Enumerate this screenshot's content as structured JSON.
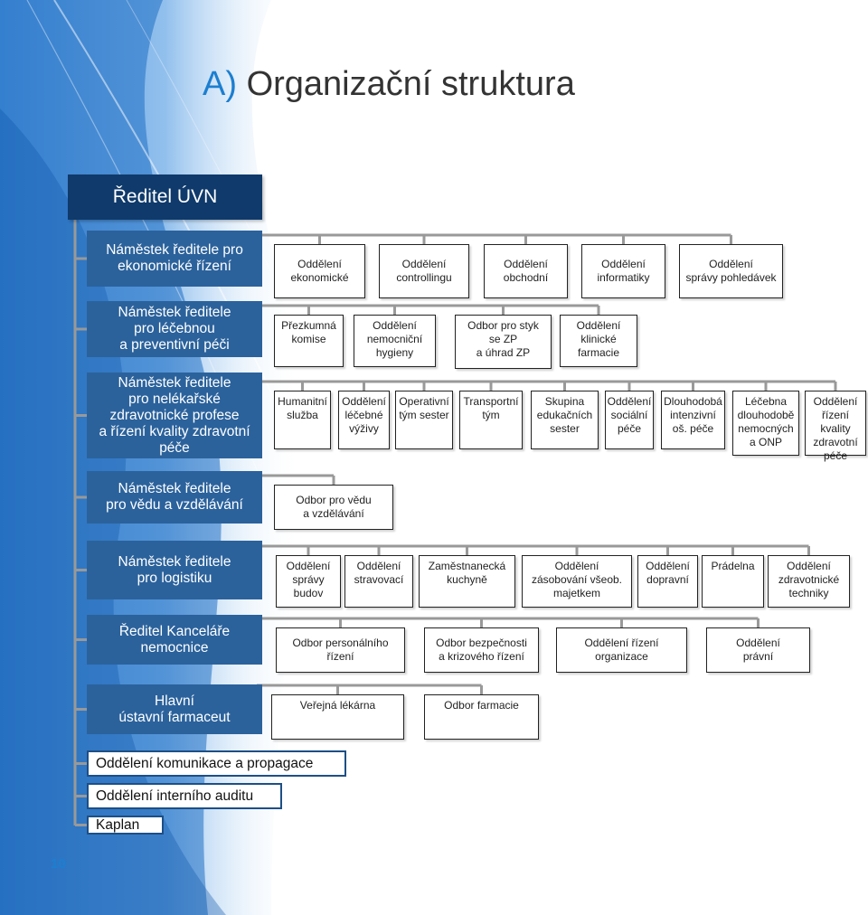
{
  "page": {
    "title_prefix": "A)",
    "title_text": "Organizační struktura",
    "page_number": "10"
  },
  "colors": {
    "director_bg": "#0f3a6b",
    "deputy_bg": "#2b629c",
    "accent": "#1c7fd0",
    "connector": "#999999"
  },
  "director": "Ředitel ÚVN",
  "groups": [
    {
      "head": "Náměstek ředitele pro\nekonomické řízení",
      "units": [
        "Oddělení\nekonomické",
        "Oddělení\ncontrollingu",
        "Oddělení\nobchodní",
        "Oddělení\ninformatiky",
        "Oddělení\nsprávy pohledávek"
      ]
    },
    {
      "head": "Náměstek ředitele\npro léčebnou\na preventivní péči",
      "units": [
        "Přezkumná\nkomise",
        "Oddělení\nnemocniční\nhygieny",
        "Odbor pro styk\nse ZP\na úhrad ZP",
        "Oddělení\nklinické\nfarmacie"
      ]
    },
    {
      "head": "Náměstek ředitele\npro nelékařské\nzdravotnické profese\na řízení kvality zdravotní\npéče",
      "units": [
        "Humanitní\nslužba",
        "Oddělení\nléčebné\nvýživy",
        "Operativní\ntým sester",
        "Transportní\ntým",
        "Skupina\nedukačních\nsester",
        "Oddělení\nsociální\npéče",
        "Dlouhodobá\nintenzivní\noš. péče",
        "Léčebna\ndlouhodobě\nnemocných\na ONP",
        "Oddělení\nřízení kvality\nzdravotní\npéče"
      ]
    },
    {
      "head": "Náměstek ředitele\npro vědu a vzdělávání",
      "units": [
        "Odbor pro vědu\na vzdělávání"
      ]
    },
    {
      "head": "Náměstek ředitele\npro logistiku",
      "units": [
        "Oddělení\nsprávy\nbudov",
        "Oddělení\nstravovací",
        "Zaměstnanecká\nkuchyně",
        "Oddělení\nzásobování všeob.\nmajetkem",
        "Oddělení\ndopravní",
        "Prádelna",
        "Oddělení\nzdravotnické\ntechniky"
      ]
    },
    {
      "head": "Ředitel Kanceláře\nnemocnice",
      "units": [
        "Odbor personálního\nřízení",
        "Odbor bezpečnosti\na krizového řízení",
        "Oddělení řízení\norganizace",
        "Oddělení\nprávní"
      ]
    },
    {
      "head": "Hlavní\nústavní farmaceut",
      "units": [
        "Veřejná lékárna",
        "Odbor farmacie"
      ]
    }
  ],
  "staff": [
    "Oddělení komunikace a propagace",
    "Oddělení interního auditu",
    "Kaplan"
  ]
}
